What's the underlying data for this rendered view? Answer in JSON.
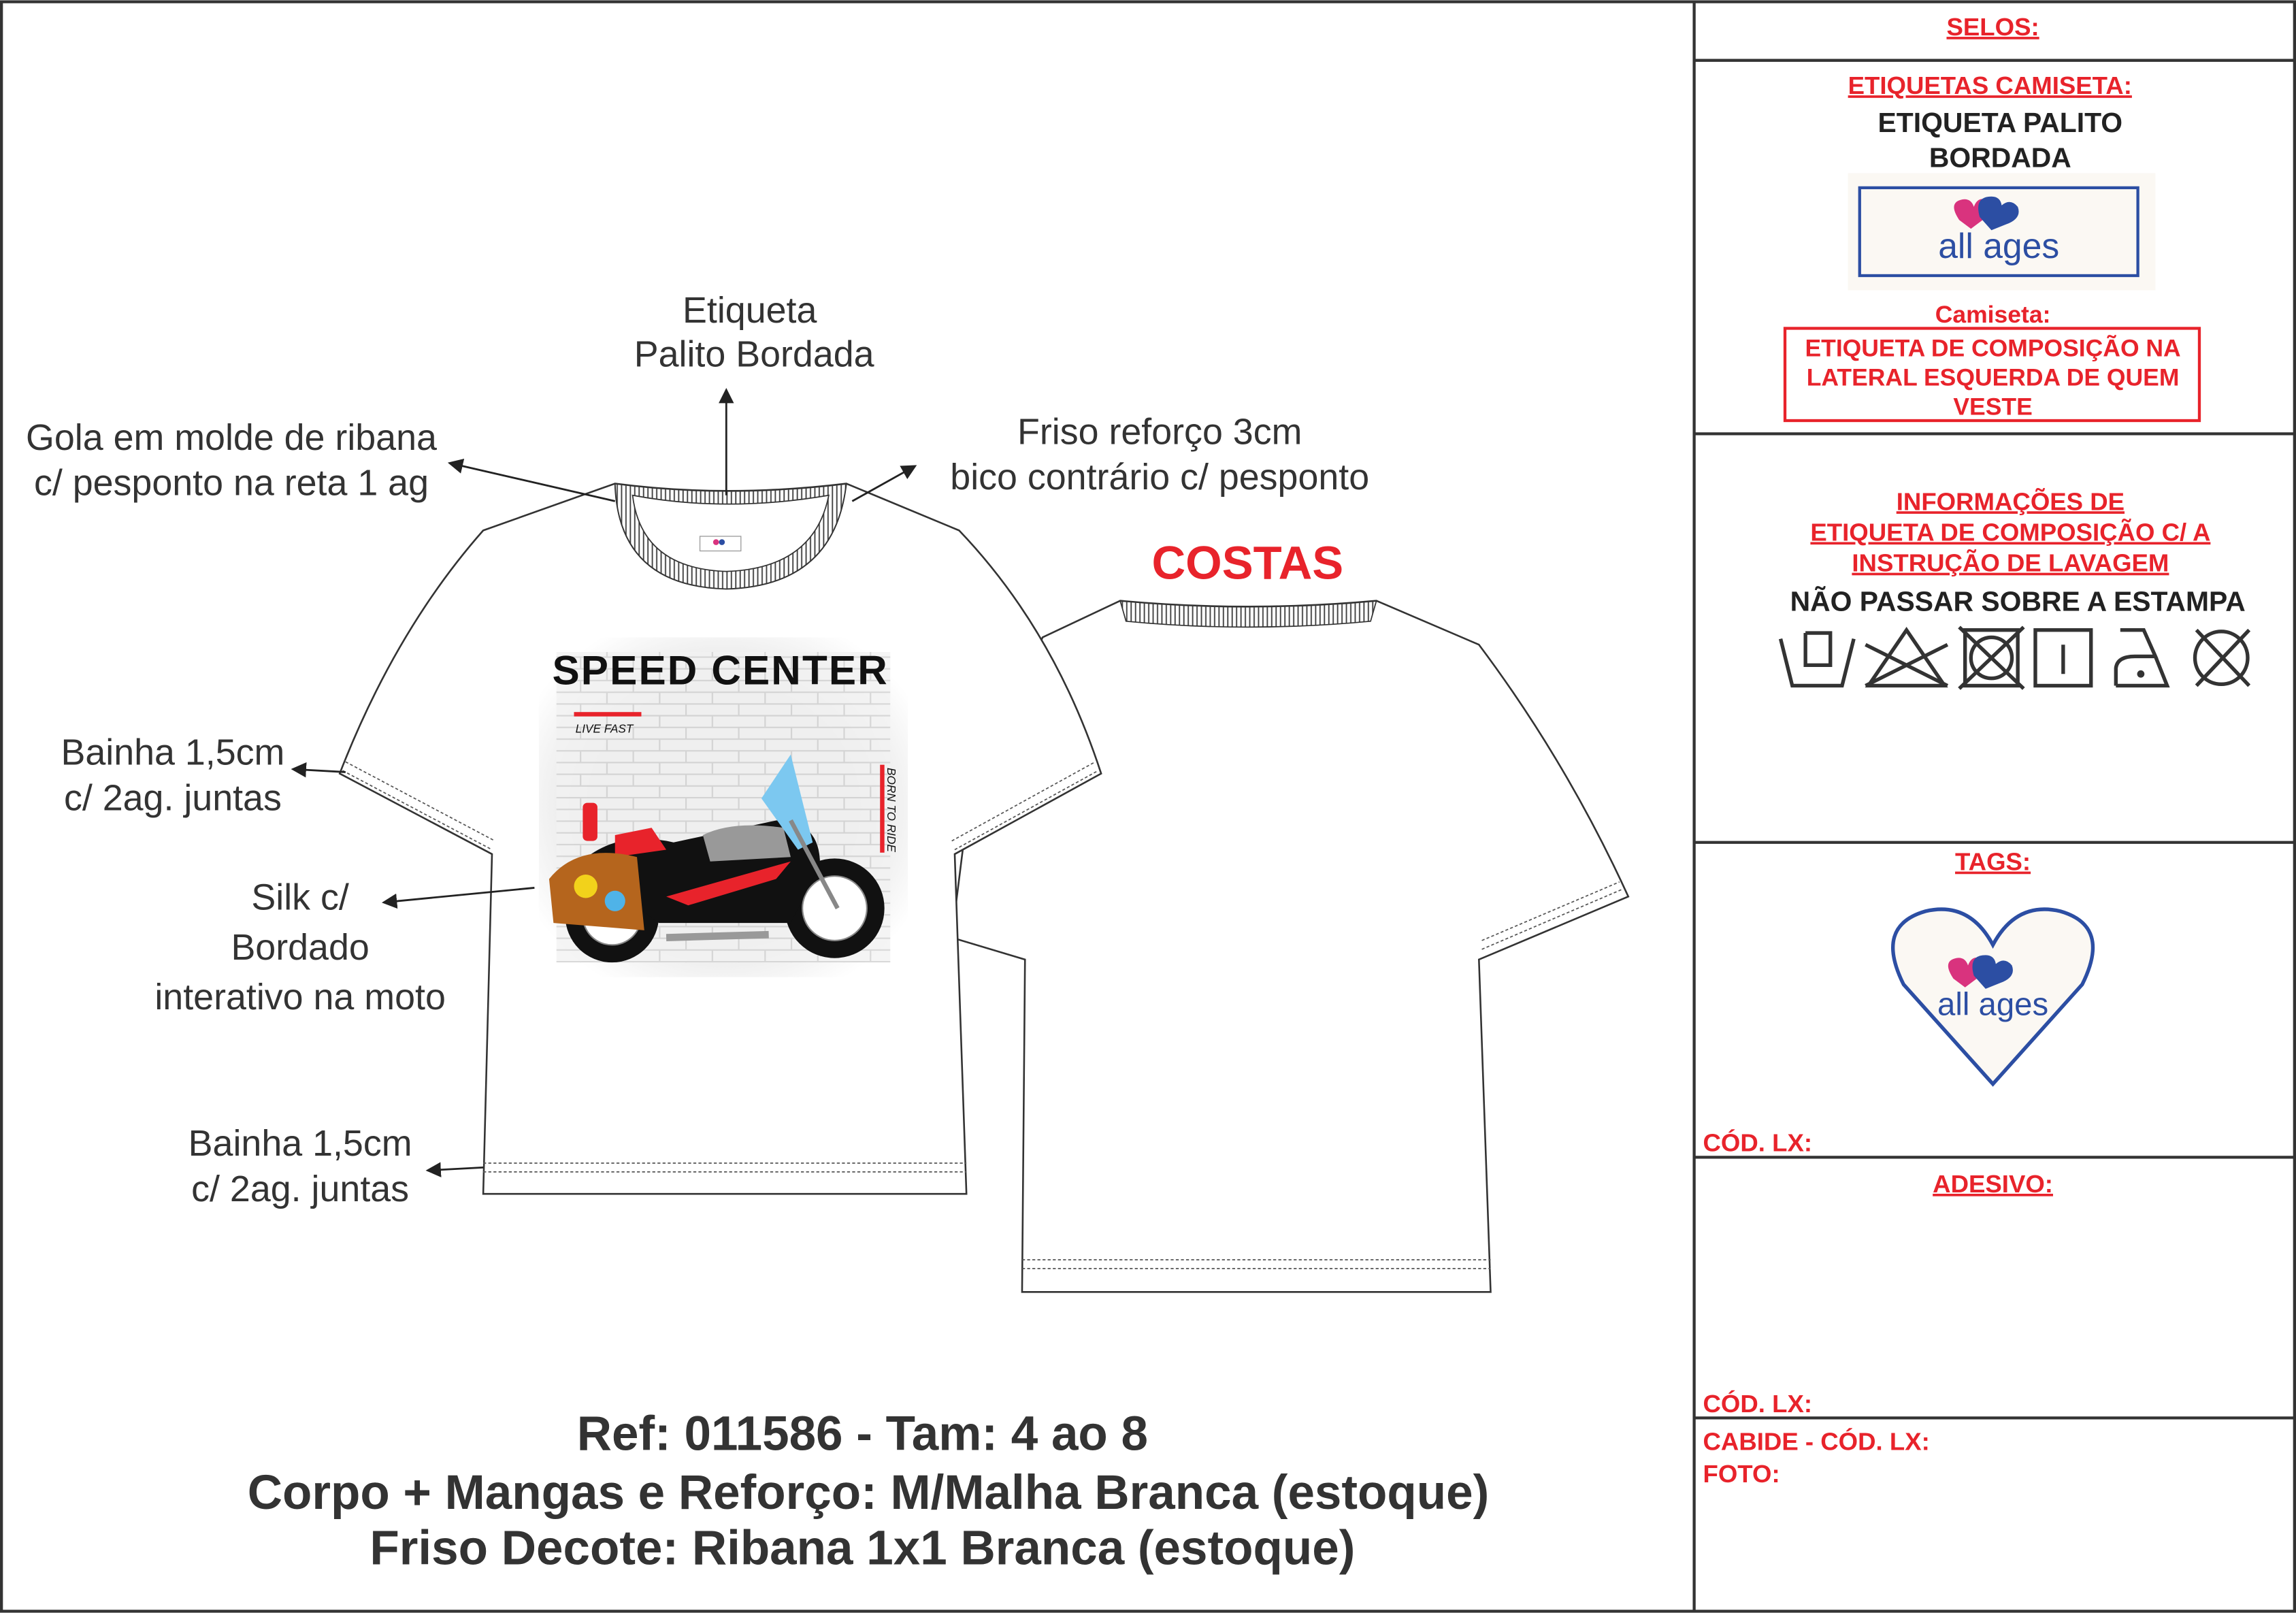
{
  "annotations": {
    "label_top_1": "Etiqueta",
    "label_top_2": "Palito Bordada",
    "collar_1": "Gola em molde de ribana",
    "collar_2": "c/ pesponto na reta 1 ag",
    "friso_1": "Friso reforço 3cm",
    "friso_2": "bico contrário c/ pesponto",
    "sleeve_hem_1": "Bainha 1,5cm",
    "sleeve_hem_2": "c/ 2ag. juntas",
    "silk_1": "Silk c/",
    "silk_2": "Bordado",
    "silk_3": "interativo na moto",
    "body_hem_1": "Bainha 1,5cm",
    "body_hem_2": "c/ 2ag. juntas",
    "back_title": "COSTAS"
  },
  "print": {
    "title": "SPEED CENTER",
    "tagline_left": "LIVE FAST",
    "tagline_right": "BORN TO RIDE"
  },
  "footer": {
    "ref": "Ref: 011586 - Tam: 4 ao 8",
    "body": "Corpo + Mangas e Reforço: M/Malha Branca (estoque)",
    "friso": "Friso Decote: Ribana 1x1 Branca (estoque)"
  },
  "side_panel": {
    "selos": "SELOS:",
    "etiquetas_title": "ETIQUETAS CAMISETA:",
    "etiqueta_palito_1": "ETIQUETA PALITO",
    "etiqueta_palito_2": "BORDADA",
    "brand": "all ages",
    "camiseta": "Camiseta:",
    "composicao_1": "ETIQUETA DE COMPOSIÇÃO NA",
    "composicao_2": "LATERAL ESQUERDA DE QUEM",
    "composicao_3": "VESTE",
    "info_1": "INFORMAÇÕES DE",
    "info_2": "ETIQUETA DE COMPOSIÇÃO C/ A",
    "info_3": "INSTRUÇÃO DE LAVAGEM",
    "warning": "NÃO PASSAR SOBRE A ESTAMPA",
    "care_icons": [
      "hand-wash-icon",
      "no-bleach-icon",
      "no-tumble-dry-icon",
      "line-dry-icon",
      "iron-low-icon",
      "no-dry-clean-icon"
    ],
    "tags": "TAGS:",
    "cod_lx_1": "CÓD. LX:",
    "adesivo": "ADESIVO:",
    "cod_lx_2": "CÓD. LX:",
    "cabide": "CABIDE - CÓD. LX:",
    "foto": "FOTO:"
  },
  "colors": {
    "accent_red": "#e8232b",
    "brand_blue": "#2c4ea3",
    "brand_pink": "#d9337e",
    "text": "#333333"
  }
}
